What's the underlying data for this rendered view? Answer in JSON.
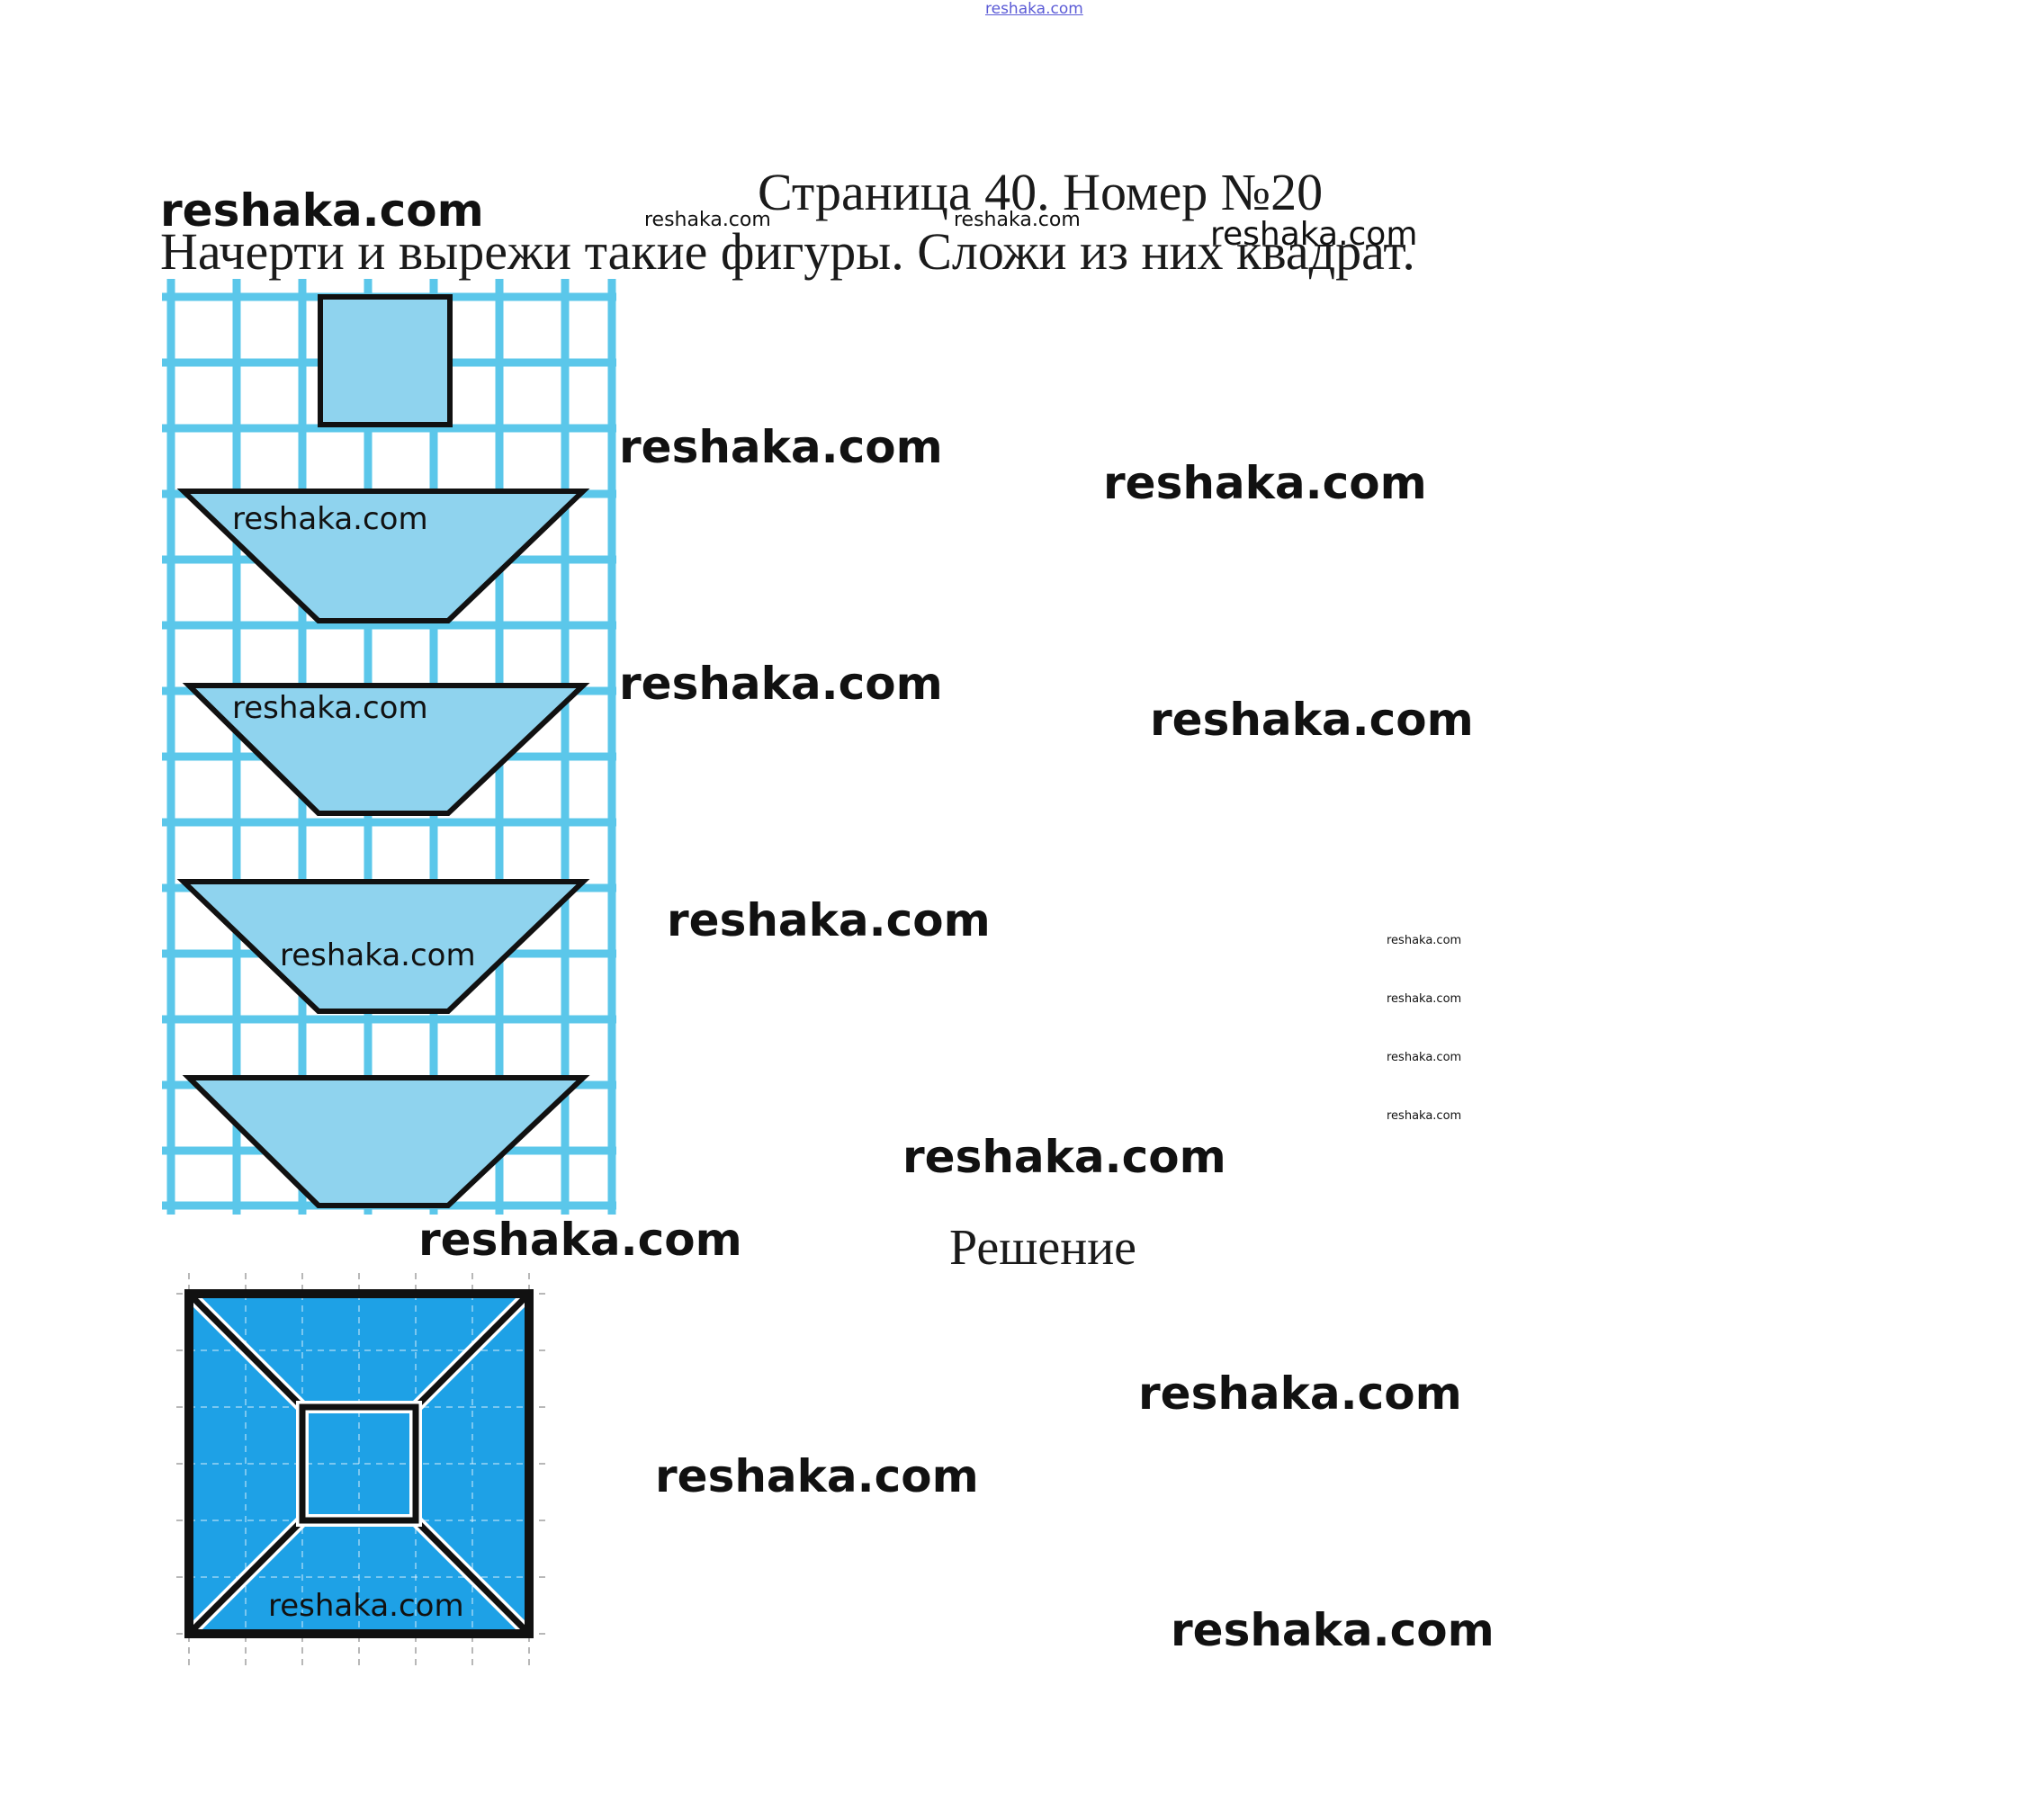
{
  "top_link": "reshaka.com",
  "title": "Страница 40. Номер №20",
  "task": "Начерти и вырежи такие фигуры. Сложи из них квадрат.",
  "solution_label": "Решение",
  "watermarks": {
    "w1": "reshaka.com",
    "w2": "reshaka.com",
    "w3": "reshaka.com",
    "w4": "reshaka.com",
    "w5": "reshaka.com",
    "w6": "reshaka.com",
    "w7": "reshaka.com",
    "w8": "reshaka.com",
    "w9": "reshaka.com",
    "w10": "reshaka.com",
    "w11": "reshaka.com",
    "w12": "reshaka.com",
    "w13": "reshaka.com",
    "w14": "reshaka.com",
    "w15": "reshaka.com",
    "w16": "reshaka.com",
    "w17": "reshaka.com",
    "w18": "reshaka.com",
    "w19": "reshaka.com",
    "w20": "reshaka.com",
    "w21": "reshaka.com"
  },
  "colors": {
    "grid_line": "#5bc7ea",
    "shape_fill": "#8fd3ee",
    "solution_fill": "#1ea1e6",
    "outline": "#111111"
  }
}
